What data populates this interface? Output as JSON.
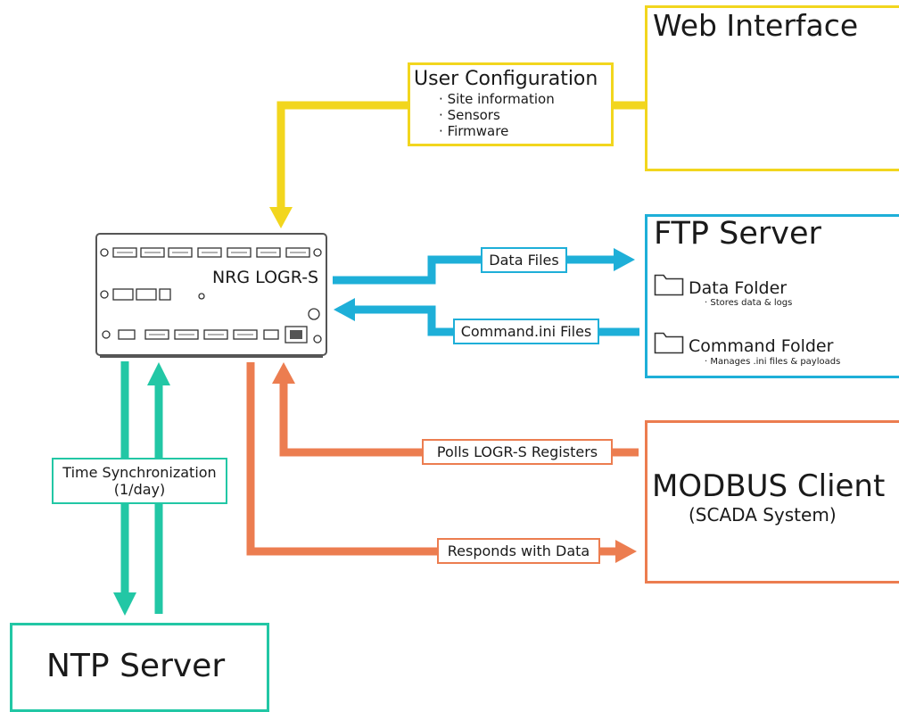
{
  "colors": {
    "yellow": "#f2d61e",
    "blue": "#1eafd8",
    "teal": "#22c7a5",
    "orange": "#ec7d50"
  },
  "device": {
    "name": "NRG LOGR-S"
  },
  "web_interface": {
    "title": "Web Interface"
  },
  "user_configuration": {
    "title": "User Configuration",
    "items": [
      "Site information",
      "Sensors",
      "Firmware"
    ],
    "bullet": "·"
  },
  "ftp_server": {
    "title": "FTP Server",
    "folders": [
      {
        "name": "Data Folder",
        "desc": "· Stores data & logs",
        "icon": "folder-icon"
      },
      {
        "name": "Command Folder",
        "desc": "· Manages .ini files & payloads",
        "icon": "folder-icon"
      }
    ]
  },
  "flows": {
    "data_files": "Data Files",
    "command_ini": "Command.ini Files",
    "polls": "Polls LOGR-S Registers",
    "responds": "Responds with Data",
    "time_sync_line1": "Time Synchronization",
    "time_sync_line2": "(1/day)"
  },
  "modbus": {
    "title": "MODBUS Client",
    "subtitle": "(SCADA System)"
  },
  "ntp": {
    "title": "NTP Server"
  }
}
